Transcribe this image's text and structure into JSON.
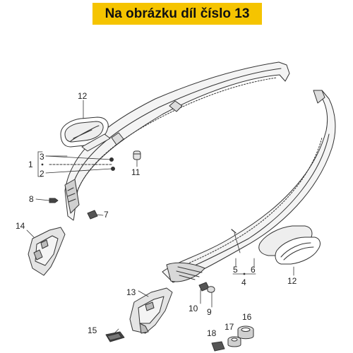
{
  "header": {
    "title": "Na obrázku díl číslo 13"
  },
  "colors": {
    "banner": "#f5c400",
    "line": "#333333",
    "part": "#e8e8e8"
  },
  "callouts": [
    {
      "id": "c12a",
      "label": "12"
    },
    {
      "id": "c3",
      "label": "3"
    },
    {
      "id": "c1",
      "label": "1"
    },
    {
      "id": "c2",
      "label": "2"
    },
    {
      "id": "c11",
      "label": "11"
    },
    {
      "id": "c8",
      "label": "8"
    },
    {
      "id": "c7",
      "label": "7"
    },
    {
      "id": "c14",
      "label": "14"
    },
    {
      "id": "c5",
      "label": "5"
    },
    {
      "id": "c6",
      "label": "6"
    },
    {
      "id": "c4",
      "label": "4"
    },
    {
      "id": "c12b",
      "label": "12"
    },
    {
      "id": "c13",
      "label": "13"
    },
    {
      "id": "c10",
      "label": "10"
    },
    {
      "id": "c9",
      "label": "9"
    },
    {
      "id": "c15",
      "label": "15"
    },
    {
      "id": "c17",
      "label": "17"
    },
    {
      "id": "c16",
      "label": "16"
    },
    {
      "id": "c18",
      "label": "18"
    }
  ]
}
